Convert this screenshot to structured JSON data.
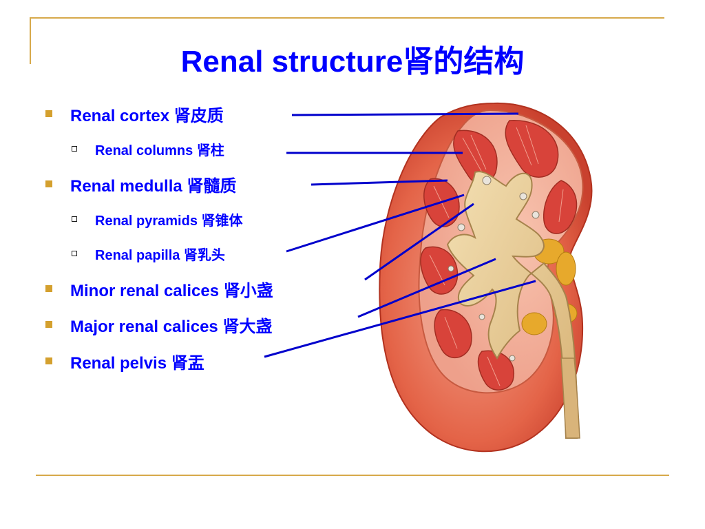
{
  "slide": {
    "title": "Renal structure肾的结构",
    "items": [
      {
        "label": "Renal cortex 肾皮质",
        "level": 1
      },
      {
        "label": "Renal columns 肾柱",
        "level": 2
      },
      {
        "label": "Renal medulla 肾髓质",
        "level": 1
      },
      {
        "label": "Renal pyramids 肾锥体",
        "level": 2
      },
      {
        "label": "Renal papilla 肾乳头",
        "level": 2
      },
      {
        "label": "Minor renal calices 肾小盏",
        "level": 1
      },
      {
        "label": "Major renal calices 肾大盏",
        "level": 1
      },
      {
        "label": "Renal pelvis 肾盂",
        "level": 1
      }
    ]
  },
  "colors": {
    "text": "#0000ff",
    "accent": "#d7a94a",
    "bullet": "#d4a02e",
    "leader": "#0000cc"
  },
  "illustration": {
    "subject": "kidney-cross-section"
  }
}
